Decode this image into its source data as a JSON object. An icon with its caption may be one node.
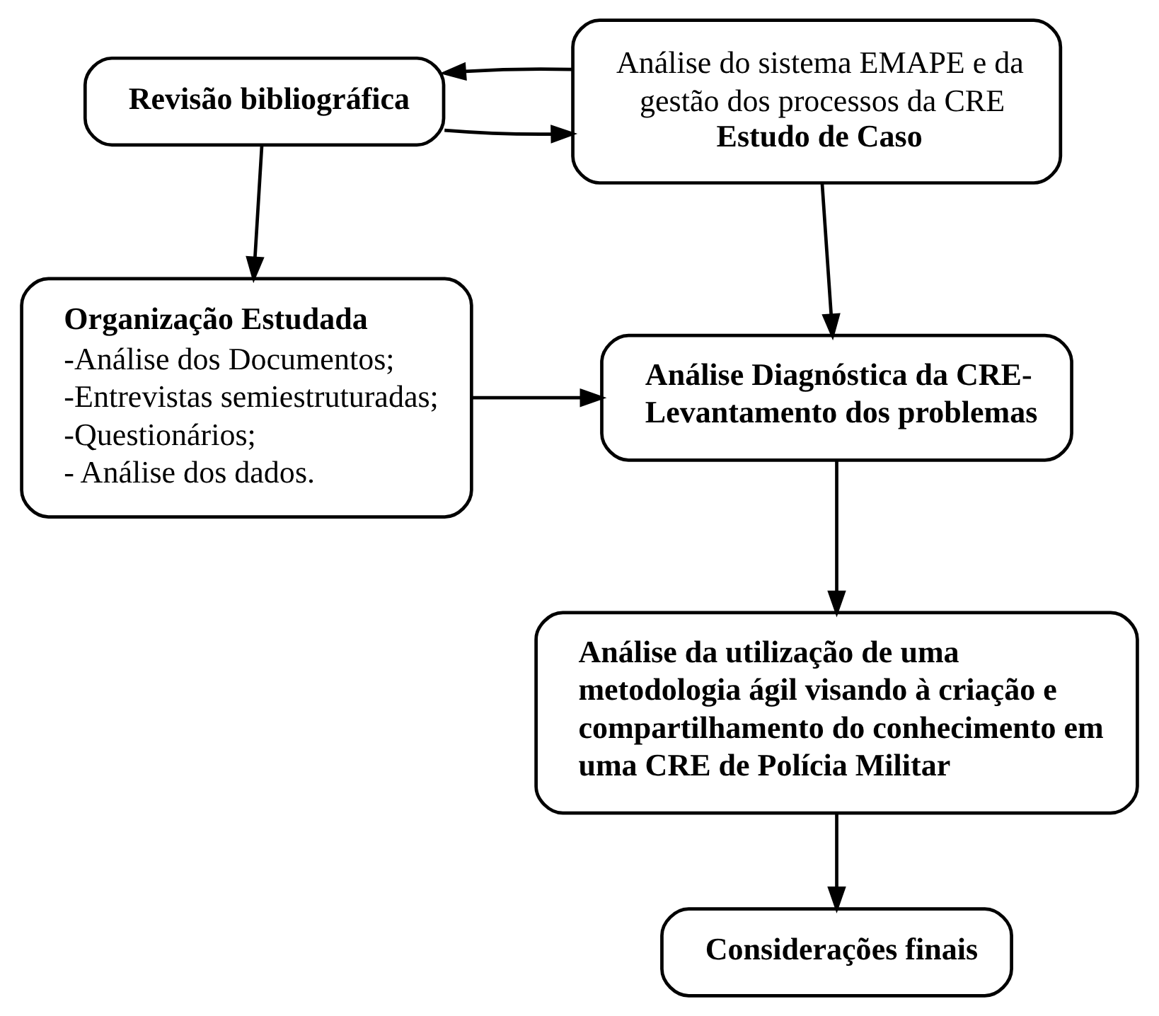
{
  "diagram": {
    "nodes": [
      {
        "text": [
          "Revisão bibliográfica"
        ]
      },
      {
        "text": [
          "Análise do sistema EMAPE e da gestão dos processos da CRE",
          "Estudo de Caso"
        ]
      },
      {
        "text": [
          "Organização Estudada",
          "-Análise dos Documentos;",
          "-Entrevistas semiestruturadas;",
          "-Questionários;",
          "- Análise dos dados."
        ]
      },
      {
        "text": [
          "Análise Diagnóstica da CRE- Levantamento dos problemas"
        ]
      },
      {
        "text": [
          "Análise da utilização de uma metodologia ágil visando à criação e compartilhamento do conhecimento em uma CRE de Polícia Militar"
        ]
      },
      {
        "text": [
          "Considerações finais"
        ]
      }
    ],
    "edges": [
      {
        "from": 0,
        "to": 1,
        "arrow": "to"
      },
      {
        "from": 1,
        "to": 0,
        "arrow": "to"
      },
      {
        "from": 0,
        "to": 2,
        "arrow": "to"
      },
      {
        "from": 1,
        "to": 3,
        "arrow": "to"
      },
      {
        "from": 2,
        "to": 3,
        "arrow": "to"
      },
      {
        "from": 3,
        "to": 4,
        "arrow": "to"
      },
      {
        "from": 4,
        "to": 5,
        "arrow": "to"
      }
    ]
  }
}
